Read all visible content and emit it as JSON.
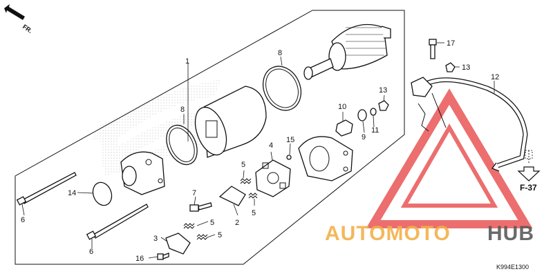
{
  "orientation": {
    "text": "FR."
  },
  "reference": {
    "text": "F-37"
  },
  "diagram_code": "K994E1300",
  "watermark": {
    "part1": "AUTOMOTO",
    "part2": "HUB",
    "color1": "#f3b04a",
    "color2": "#5a5a5a",
    "triangle_color": "#e84a4a"
  },
  "callouts": [
    {
      "id": "c1",
      "label": "1"
    },
    {
      "id": "c2",
      "label": "2"
    },
    {
      "id": "c3",
      "label": "3"
    },
    {
      "id": "c4",
      "label": "4"
    },
    {
      "id": "c5a",
      "label": "5"
    },
    {
      "id": "c5b",
      "label": "5"
    },
    {
      "id": "c5c",
      "label": "5"
    },
    {
      "id": "c5d",
      "label": "5"
    },
    {
      "id": "c6a",
      "label": "6"
    },
    {
      "id": "c6b",
      "label": "6"
    },
    {
      "id": "c7",
      "label": "7"
    },
    {
      "id": "c8a",
      "label": "8"
    },
    {
      "id": "c8b",
      "label": "8"
    },
    {
      "id": "c9",
      "label": "9"
    },
    {
      "id": "c10",
      "label": "10"
    },
    {
      "id": "c11",
      "label": "11"
    },
    {
      "id": "c12",
      "label": "12"
    },
    {
      "id": "c13a",
      "label": "13"
    },
    {
      "id": "c13b",
      "label": "13"
    },
    {
      "id": "c14",
      "label": "14"
    },
    {
      "id": "c15",
      "label": "15"
    },
    {
      "id": "c16",
      "label": "16"
    },
    {
      "id": "c17",
      "label": "17"
    }
  ]
}
